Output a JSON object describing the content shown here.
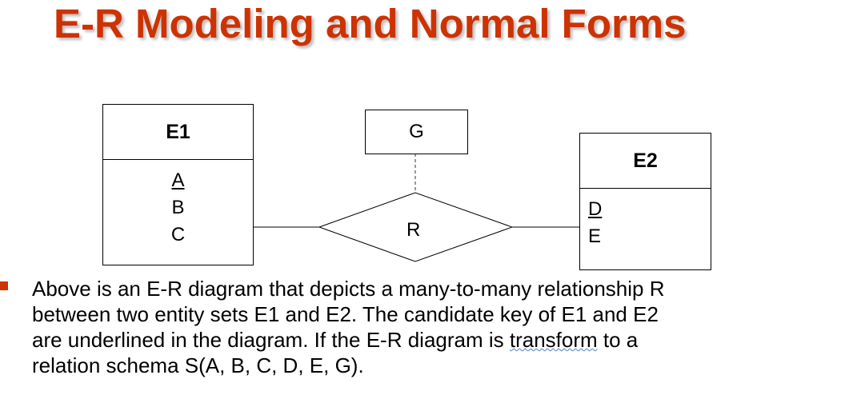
{
  "title": "E-R Modeling and Normal Forms",
  "diagram": {
    "entity1": {
      "name": "E1",
      "attributes": [
        {
          "label": "A",
          "key": true
        },
        {
          "label": "B",
          "key": false
        },
        {
          "label": "C",
          "key": false
        }
      ]
    },
    "entity2": {
      "name": "E2",
      "attributes": [
        {
          "label": "D",
          "key": true
        },
        {
          "label": "E",
          "key": false
        }
      ]
    },
    "relationship": {
      "name": "R"
    },
    "relationship_attribute": {
      "name": "G"
    }
  },
  "body": {
    "line1": "Above is an E-R diagram that depicts a many-to-many relationship R",
    "line2": "between two entity sets E1 and E2. The candidate key of E1 and E2",
    "line3_before": "are underlined in the diagram. If the E-R diagram is ",
    "line3_flagged": "transform",
    "line3_after": " to a",
    "line4": "relation schema S(A, B, C, D, E, G)."
  },
  "colors": {
    "accent": "#cc3300",
    "spellcheck": "#4a7fd4"
  }
}
